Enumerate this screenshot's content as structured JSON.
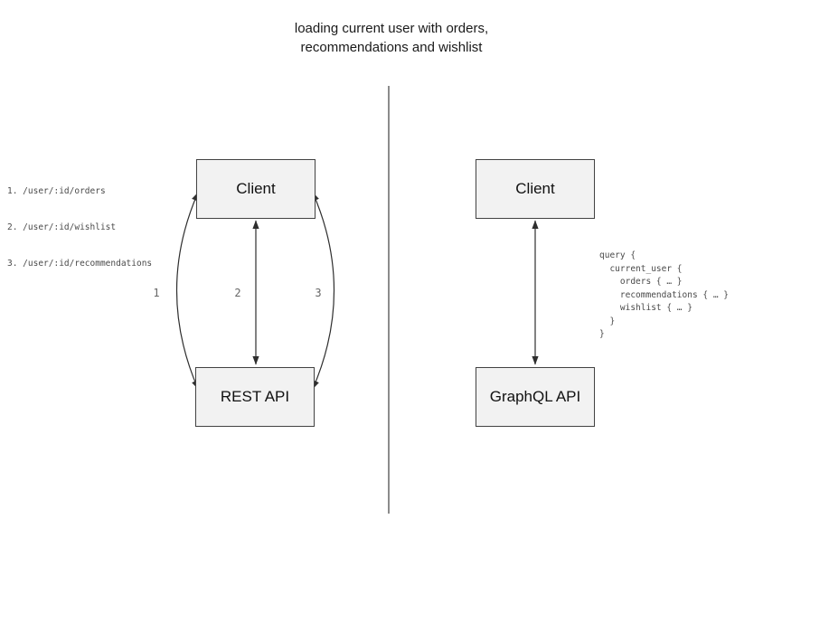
{
  "title": {
    "line1": "loading current user with orders,",
    "line2": "recommendations and wishlist"
  },
  "rest_panel": {
    "endpoints": [
      "1. /user/:id/orders",
      "2. /user/:id/wishlist",
      "3. /user/:id/recommendations"
    ],
    "client_label": "Client",
    "api_label": "REST API",
    "arrow_labels": [
      "1",
      "2",
      "3"
    ]
  },
  "graphql_panel": {
    "client_label": "Client",
    "api_label": "GraphQL API",
    "query": "query {\n  current_user {\n    orders { … }\n    recommendations { … }\n    wishlist { … }\n  }\n}"
  },
  "colors": {
    "box_fill": "#f2f2f2",
    "box_border": "#424242",
    "arrow": "#2e2e2e",
    "divider": "#5a5a5a",
    "title_text": "#1a1a1a",
    "code_text": "#4a4a4a",
    "num_text": "#666666"
  }
}
